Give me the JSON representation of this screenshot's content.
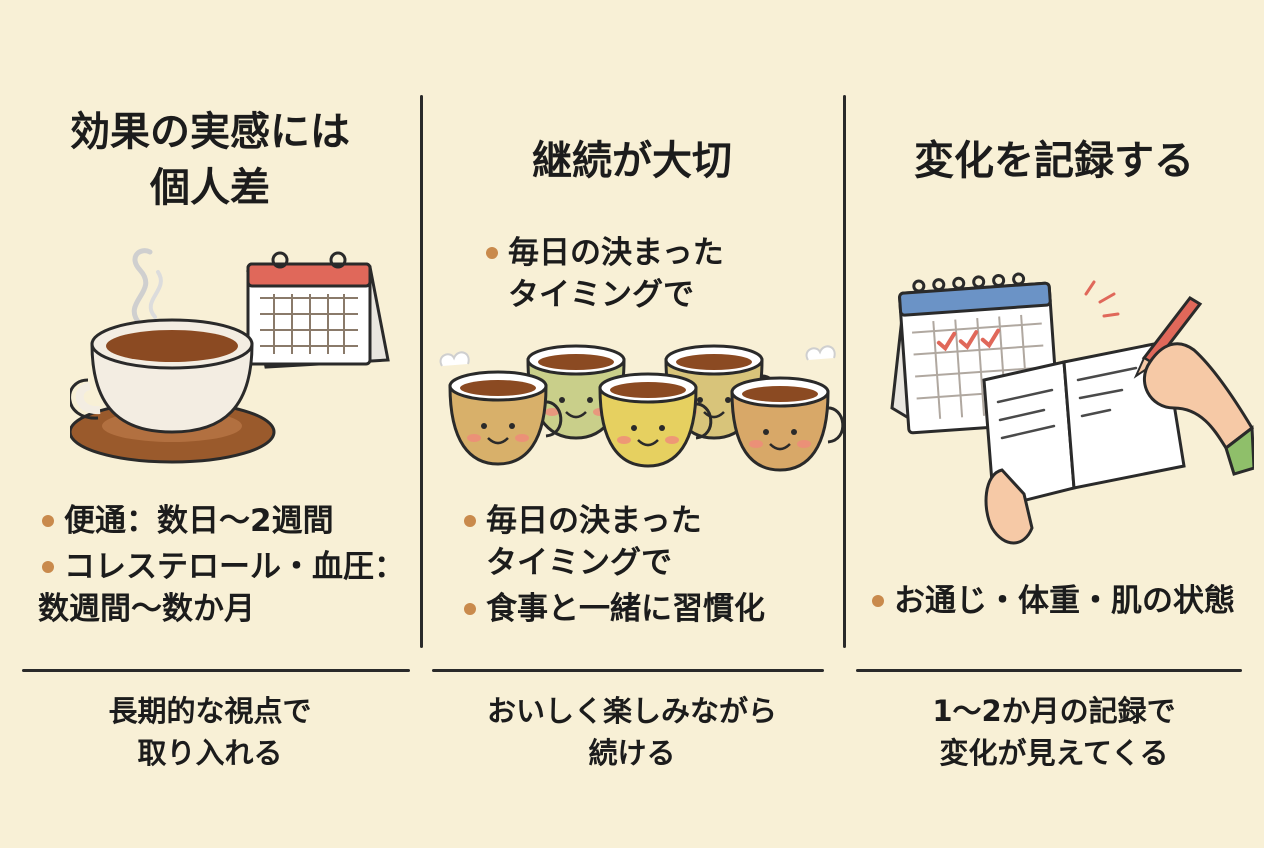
{
  "colors": {
    "background": "#f8f0d6",
    "bullet": "#c98a4c",
    "tea": "#8b4a22",
    "calendar_red": "#e0685a",
    "calendar_blue": "#6b93c6"
  },
  "columns": [
    {
      "title_lines": [
        "効果の実感には",
        "個人差"
      ],
      "bullets": [
        {
          "lines": [
            "便通：数日〜2週間"
          ]
        },
        {
          "lines": [
            "コレステロール・血圧：",
            "数週間〜数か月"
          ]
        }
      ],
      "caption_lines": [
        "長期的な視点で",
        "取り入れる"
      ],
      "icons": [
        "teacup-icon",
        "calendar-icon"
      ]
    },
    {
      "title_lines": [
        "継続が大切"
      ],
      "top_bullet": {
        "lines": [
          "毎日の決まった",
          "タイミングで"
        ]
      },
      "bullets": [
        {
          "lines": [
            "毎日の決まった",
            "タイミングで"
          ]
        },
        {
          "lines": [
            "食事と一緒に習慣化"
          ]
        }
      ],
      "caption_lines": [
        "おいしく楽しみながら",
        "続ける"
      ],
      "icons": [
        "smiling-teacups-icon"
      ]
    },
    {
      "title_lines": [
        "変化を記録する"
      ],
      "bullets": [
        {
          "lines": [
            "お通じ・体重・肌の状態"
          ]
        }
      ],
      "caption_lines": [
        "1〜2か月の記録で",
        "変化が見えてくる"
      ],
      "icons": [
        "calendar-checks-icon",
        "notebook-pen-icon"
      ]
    }
  ]
}
